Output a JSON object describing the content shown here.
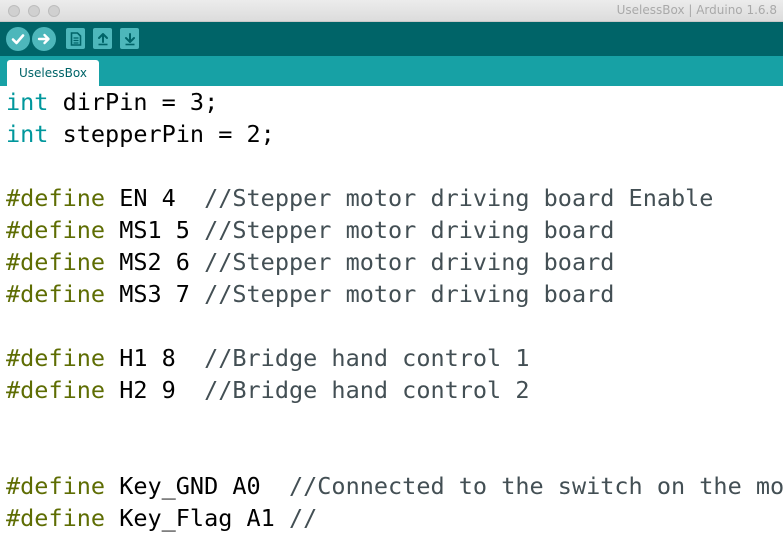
{
  "window": {
    "title": "UselessBox | Arduino 1.6.8"
  },
  "toolbar": {
    "buttons": [
      {
        "name": "verify",
        "icon": "checkmark-icon"
      },
      {
        "name": "upload",
        "icon": "arrow-right-icon"
      },
      {
        "name": "new",
        "icon": "new-file-icon"
      },
      {
        "name": "open",
        "icon": "arrow-up-icon"
      },
      {
        "name": "save",
        "icon": "arrow-down-icon"
      }
    ]
  },
  "tabs": [
    {
      "label": "UselessBox",
      "active": true
    }
  ],
  "editor": {
    "lines": [
      {
        "keyword": "int",
        "rest": " dirPin = 3;",
        "comment": ""
      },
      {
        "keyword": "int",
        "rest": " stepperPin = 2;",
        "comment": ""
      },
      {
        "keyword": "",
        "rest": "",
        "comment": ""
      },
      {
        "keyword": "#define",
        "rest": " EN 4  ",
        "comment": "//Stepper motor driving board Enable"
      },
      {
        "keyword": "#define",
        "rest": " MS1 5 ",
        "comment": "//Stepper motor driving board"
      },
      {
        "keyword": "#define",
        "rest": " MS2 6 ",
        "comment": "//Stepper motor driving board"
      },
      {
        "keyword": "#define",
        "rest": " MS3 7 ",
        "comment": "//Stepper motor driving board"
      },
      {
        "keyword": "",
        "rest": "",
        "comment": ""
      },
      {
        "keyword": "#define",
        "rest": " H1 8  ",
        "comment": "//Bridge hand control 1"
      },
      {
        "keyword": "#define",
        "rest": " H2 9  ",
        "comment": "//Bridge hand control 2"
      },
      {
        "keyword": "",
        "rest": "",
        "comment": ""
      },
      {
        "keyword": "",
        "rest": "",
        "comment": ""
      },
      {
        "keyword": "#define",
        "rest": " Key_GND A0  ",
        "comment": "//Connected to the switch on the mot"
      },
      {
        "keyword": "#define",
        "rest": " Key_Flag A1 ",
        "comment": "//"
      }
    ]
  },
  "colors": {
    "toolbar": "#006468",
    "tabstrip": "#17a1a5",
    "button": "#4db7bb",
    "type_keyword": "#00979c",
    "preprocessor": "#5e6d03",
    "comment": "#434f54"
  }
}
